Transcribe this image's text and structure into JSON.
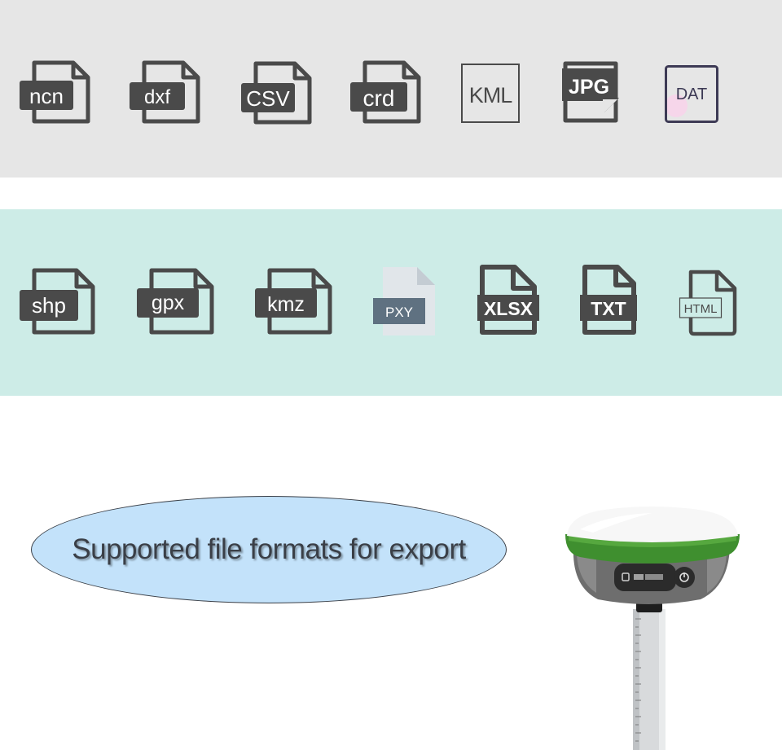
{
  "row1": {
    "background": "#e6e6e6",
    "formats": [
      "ncn",
      "dxf",
      "CSV",
      "crd",
      "KML",
      "JPG",
      "DAT"
    ]
  },
  "row2": {
    "background": "#cdece7",
    "formats": [
      "shp",
      "gpx",
      "kmz",
      "PXY",
      "XLSX",
      "TXT",
      "HTML"
    ]
  },
  "caption": {
    "text": "Supported file formats for export",
    "background": "#c3e2fa"
  },
  "colors": {
    "icon_dark": "#4a4a4a",
    "dat_outline": "#3d3a55",
    "pxy_badge": "#5f7181",
    "receiver_green": "#3f8f2f",
    "receiver_body": "#6e6e6e"
  }
}
